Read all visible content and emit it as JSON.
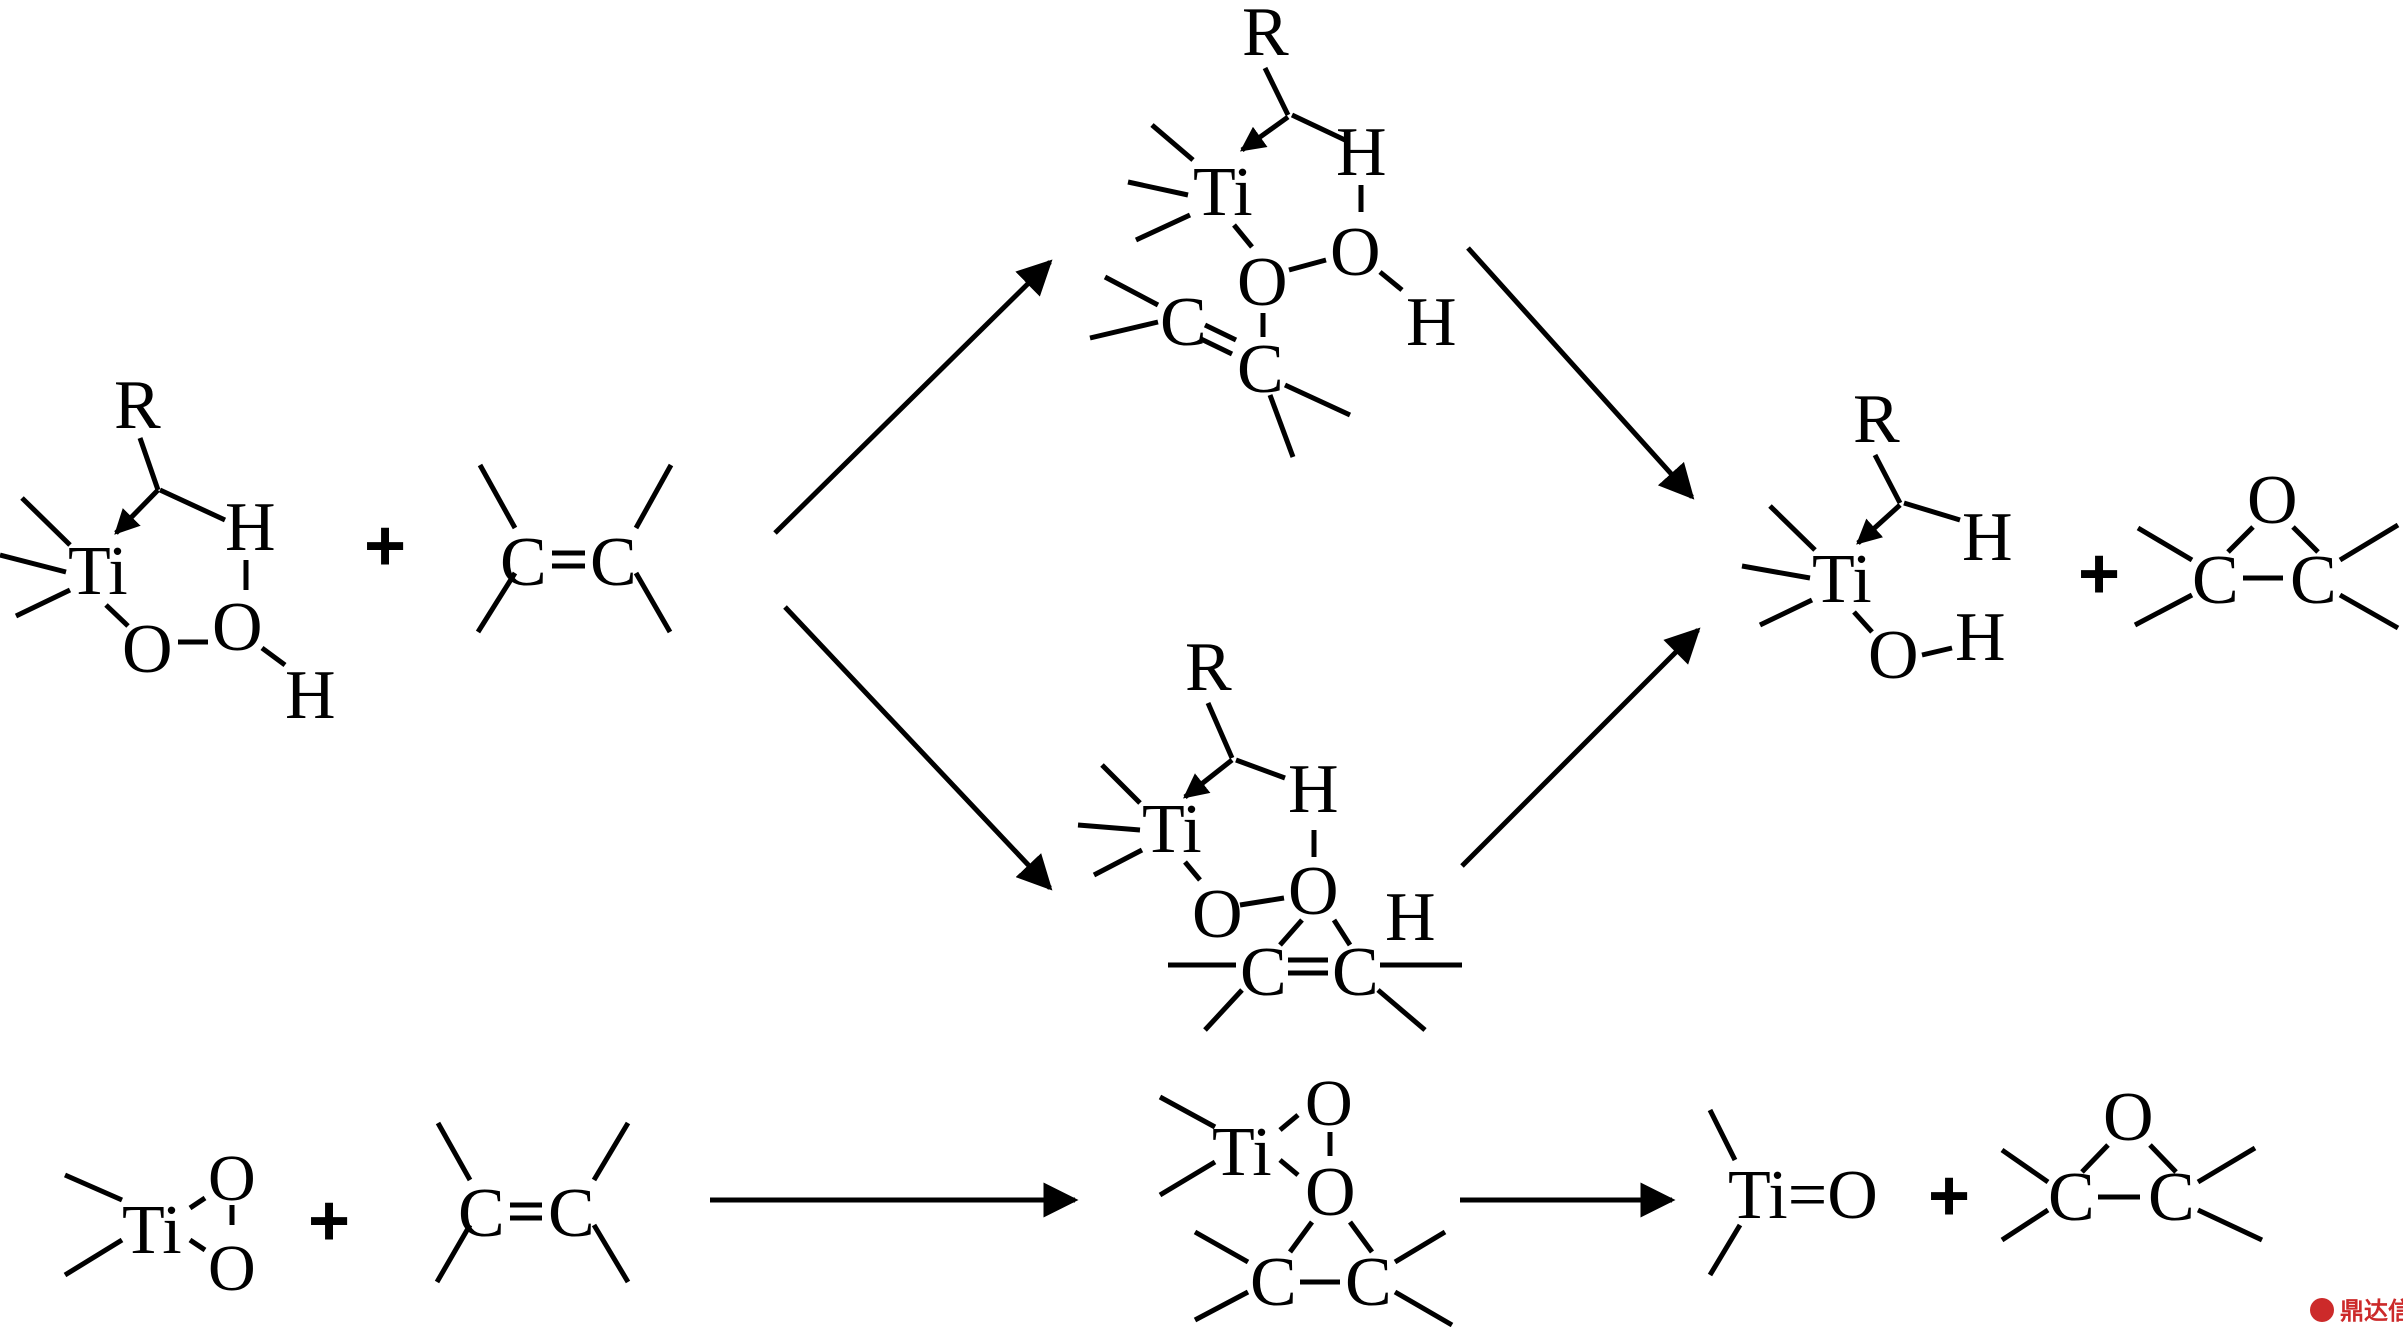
{
  "atoms": {
    "ti": "Ti",
    "o": "O",
    "h": "H",
    "r": "R",
    "c": "C",
    "ti_oxo": "Ti=O"
  },
  "operators": {
    "plus": "+"
  },
  "watermark": {
    "text": "鼎达信",
    "color": "#cc2a2a"
  }
}
